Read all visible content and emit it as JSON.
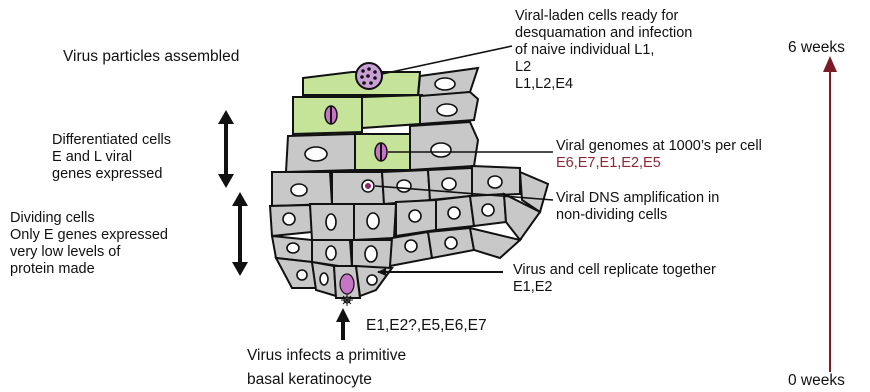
{
  "colors": {
    "normal_cell": "#c8c8c8",
    "infected_cell": "#c5e49a",
    "viral_nucleus": "#c774c4",
    "time_arrow": "#7a1c27",
    "gene_text": "#8b2a35"
  },
  "labels": {
    "virus_assembled": "Virus particles assembled",
    "differentiated": [
      "Differentiated cells",
      "E and L viral",
      "genes expressed"
    ],
    "dividing": [
      "Dividing cells",
      "Only E genes expressed",
      "very low levels of",
      "protein made"
    ],
    "viral_laden": [
      "Viral-laden cells ready for",
      "desquamation and infection",
      "of naive individual L1,",
      "L2",
      "L1,L2,E4"
    ],
    "viral_genomes": "Viral genomes at 1000’s per cell",
    "viral_genomes_genes": "E6,E7,E1,E2,E5",
    "dns_amplification": [
      "Viral DNS amplification in",
      "non-dividing cells"
    ],
    "replicate_together": [
      "Virus and cell replicate together",
      "E1,E2"
    ],
    "basal_genes": "E1,E2?,E5,E6,E7",
    "infects": [
      "Virus infects a primitive",
      "basal keratinocyte"
    ]
  },
  "timeline": {
    "top": "6 weeks",
    "bottom": "0 weeks"
  }
}
